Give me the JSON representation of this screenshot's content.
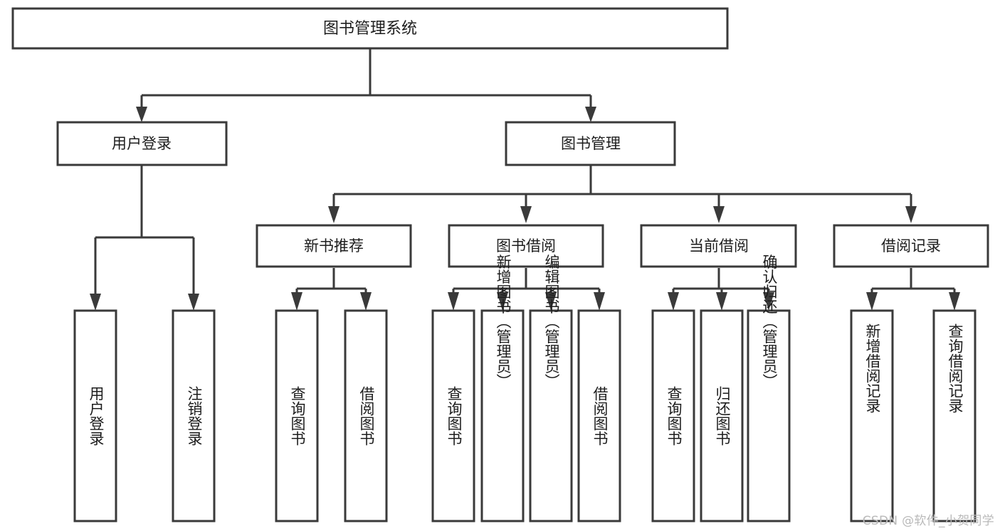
{
  "diagram": {
    "title": "图书管理系统",
    "type": "hierarchy-tree",
    "orientation": "top-down",
    "colors": {
      "stroke": "#3a3a3a",
      "fill": "#ffffff",
      "text": "#1d1d1d",
      "background": "#ffffff",
      "watermark": "#b9b9b9"
    },
    "nodes": {
      "root": {
        "label": "图书管理系统",
        "level": 1
      },
      "level2": [
        {
          "id": "user-login",
          "label": "用户登录"
        },
        {
          "id": "book-management",
          "label": "图书管理"
        }
      ],
      "level3": [
        {
          "id": "new-book-recommend",
          "label": "新书推荐",
          "parent": "book-management"
        },
        {
          "id": "book-borrow",
          "label": "图书借阅",
          "parent": "book-management"
        },
        {
          "id": "current-borrow",
          "label": "当前借阅",
          "parent": "book-management"
        },
        {
          "id": "borrow-record",
          "label": "借阅记录",
          "parent": "book-management"
        }
      ],
      "leaves": [
        {
          "id": "leaf-user-login",
          "label": "用户登录",
          "parent": "user-login"
        },
        {
          "id": "leaf-logout-login",
          "label": "注销登录",
          "parent": "user-login"
        },
        {
          "id": "leaf-query-book-1",
          "label": "查询图书",
          "parent": "new-book-recommend"
        },
        {
          "id": "leaf-borrow-book-1",
          "label": "借阅图书",
          "parent": "new-book-recommend"
        },
        {
          "id": "leaf-query-book-2",
          "label": "查询图书",
          "parent": "book-borrow"
        },
        {
          "id": "leaf-add-book",
          "label": "新增图书（管理员）",
          "parent": "book-borrow"
        },
        {
          "id": "leaf-edit-book",
          "label": "编辑图书（管理员）",
          "parent": "book-borrow"
        },
        {
          "id": "leaf-borrow-book-2",
          "label": "借阅图书",
          "parent": "book-borrow"
        },
        {
          "id": "leaf-query-book-3",
          "label": "查询图书",
          "parent": "current-borrow"
        },
        {
          "id": "leaf-return-book",
          "label": "归还图书",
          "parent": "current-borrow"
        },
        {
          "id": "leaf-confirm-return",
          "label": "确认归还（管理员）",
          "parent": "current-borrow"
        },
        {
          "id": "leaf-add-record",
          "label": "新增借阅记录",
          "parent": "borrow-record"
        },
        {
          "id": "leaf-query-record",
          "label": "查询借阅记录",
          "parent": "borrow-record"
        }
      ]
    },
    "watermark": "CSDN @软件_小贺同学"
  }
}
